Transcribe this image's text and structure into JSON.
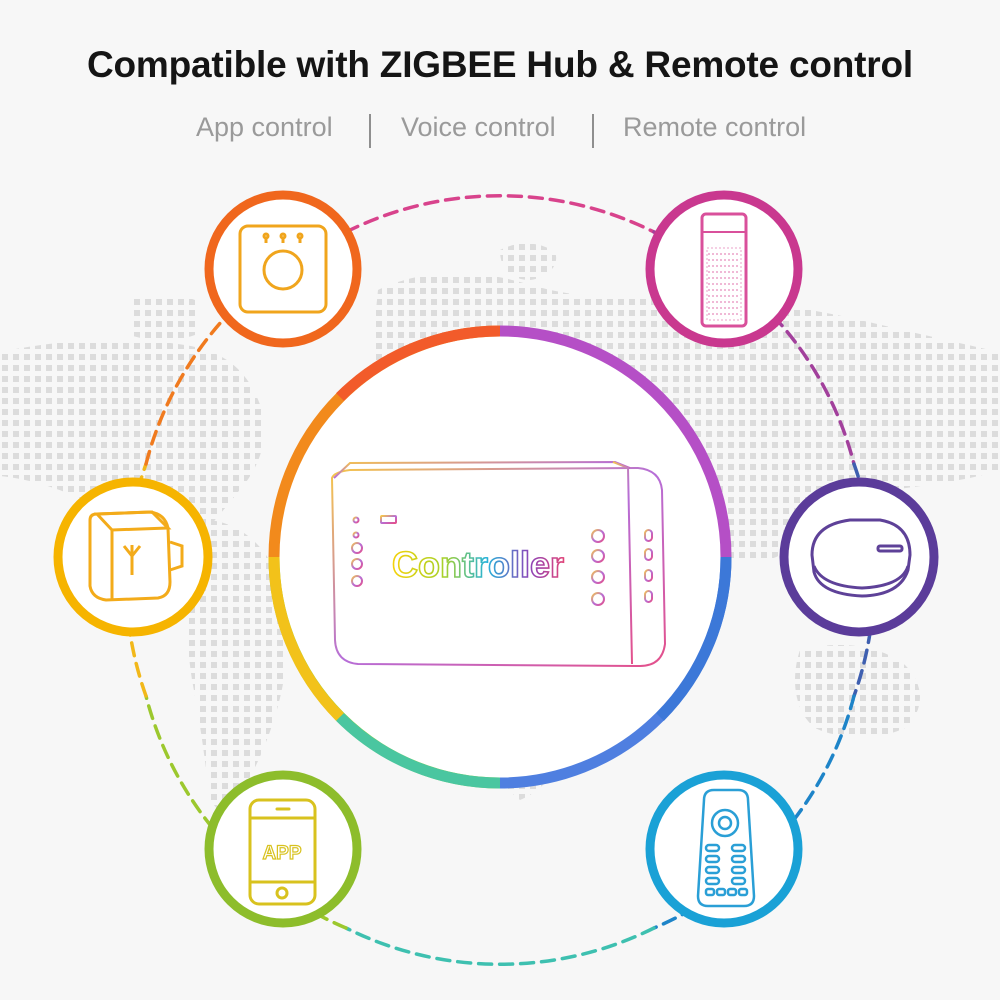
{
  "header": {
    "title": "Compatible with ZIGBEE Hub & Remote control",
    "features": [
      "App control",
      "Voice control",
      "Remote control"
    ]
  },
  "center": {
    "device_label": "Controller"
  },
  "devices": [
    {
      "id": "zigbee-hub",
      "icon": "hub-icon",
      "ring_color": "#f0671d"
    },
    {
      "id": "smart-speaker",
      "icon": "smart-speaker-icon",
      "ring_color": "#c9388f"
    },
    {
      "id": "wall-plug",
      "icon": "plug-icon",
      "ring_color": "#f6b400"
    },
    {
      "id": "zigbee-gateway",
      "icon": "gateway-icon",
      "ring_color": "#5b3c9a"
    },
    {
      "id": "app",
      "icon": "smartphone-icon",
      "label": "APP",
      "ring_color": "#8dbd2b"
    },
    {
      "id": "remote",
      "icon": "remote-control-icon",
      "ring_color": "#1aa1d6"
    }
  ]
}
